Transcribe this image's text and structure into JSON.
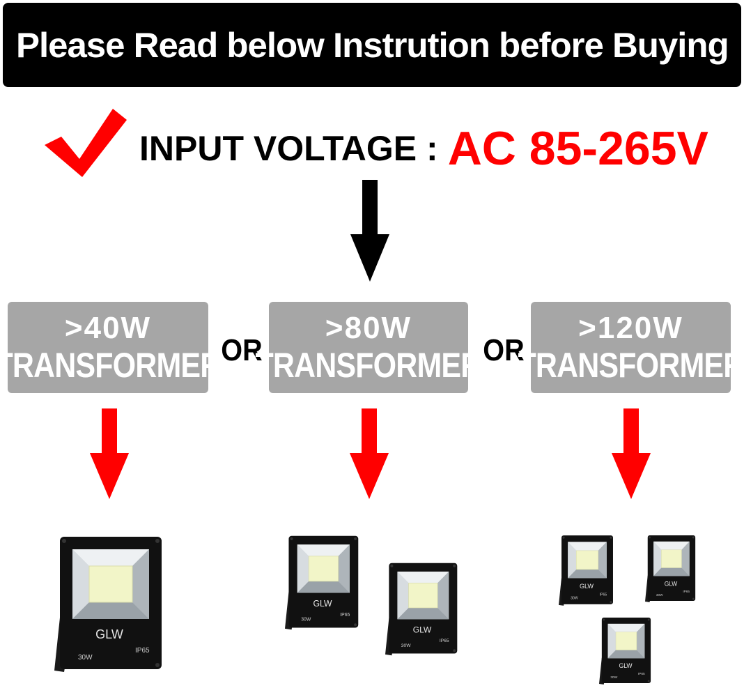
{
  "header": {
    "text": "Please Read below Instrution before Buying"
  },
  "voltage": {
    "label": "INPUT VOLTAGE :",
    "value": "AC 85-265V"
  },
  "options": [
    {
      "watt": ">40W",
      "label": "TRANSFORMER"
    },
    {
      "watt": ">80W",
      "label": "TRANSFORMER"
    },
    {
      "watt": ">120W",
      "label": "TRANSFORMER"
    }
  ],
  "separators": [
    "OR",
    "OR"
  ],
  "product": {
    "brand": "GLW",
    "power": "30W",
    "rating": "IP65"
  },
  "colors": {
    "banner": "#000000",
    "accent_red": "#ff0000",
    "box_gray": "#a6a6a6",
    "light_housing": "#111111",
    "led_chip": "#f2f5c8"
  },
  "icons": [
    "checkmark-icon",
    "down-arrow-icon"
  ]
}
